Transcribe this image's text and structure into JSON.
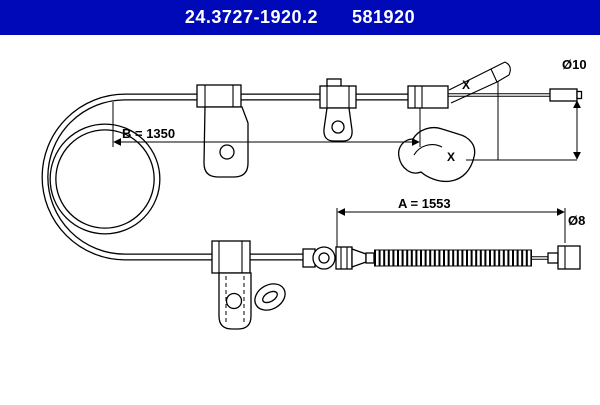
{
  "header": {
    "part_number": "24.3727-1920.2",
    "reference_number": "581920"
  },
  "colors": {
    "header_background": "#0009b8",
    "line_color": "#000000",
    "background": "#ffffff"
  },
  "diagram": {
    "labels": {
      "dimension_b": "B = 1350",
      "dimension_a": "A = 1553",
      "diameter_top": "Ø10",
      "diameter_bottom": "Ø8",
      "fixing_mark_top": "X",
      "fixing_mark_bracket": "X"
    }
  }
}
